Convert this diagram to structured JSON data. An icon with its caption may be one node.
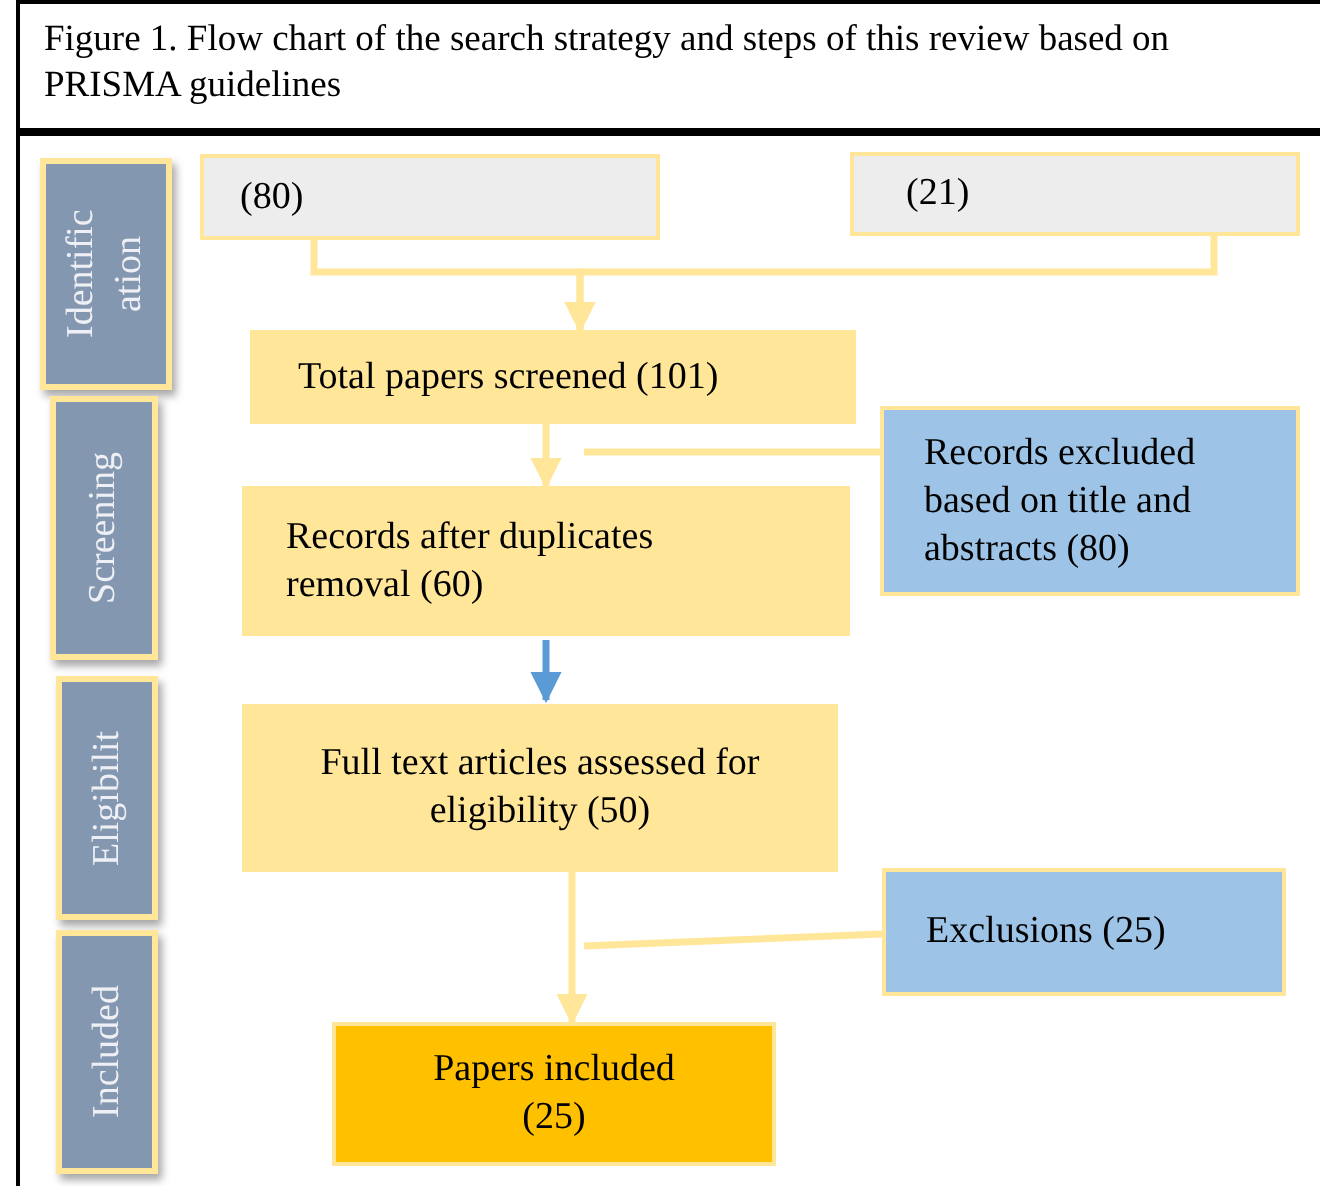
{
  "diagram": {
    "title": "Figure 1. Flow chart of the search strategy and steps of this review based on PRISMA guidelines",
    "nodes": [
      {
        "text": [
          "Identific ation"
        ]
      },
      {
        "text": [
          "Screening"
        ]
      },
      {
        "text": [
          "Eligibilit"
        ]
      },
      {
        "text": [
          "Included"
        ]
      },
      {
        "text": [
          "(80)"
        ]
      },
      {
        "text": [
          "(21)"
        ]
      },
      {
        "text": [
          "Total papers screened (101)"
        ]
      },
      {
        "text": [
          "Records excluded based on title and abstracts (80)"
        ]
      },
      {
        "text": [
          "Records after duplicates removal (60)"
        ]
      },
      {
        "text": [
          "Full text articles assessed for eligibility (50)"
        ]
      },
      {
        "text": [
          "Exclusions (25)"
        ]
      },
      {
        "text": [
          "Papers included (25)"
        ]
      }
    ],
    "edges": [
      {
        "from": 4,
        "to": 6,
        "arrow": "to"
      },
      {
        "from": 5,
        "to": 6,
        "arrow": "to"
      },
      {
        "from": 6,
        "to": 8,
        "arrow": "to"
      },
      {
        "from": 7,
        "to": null,
        "arrow": "none"
      },
      {
        "from": 8,
        "to": 9,
        "arrow": "to",
        "color": "#5b9bd5"
      },
      {
        "from": 9,
        "to": 11,
        "arrow": "to"
      },
      {
        "from": 10,
        "to": null,
        "arrow": "none"
      }
    ]
  }
}
